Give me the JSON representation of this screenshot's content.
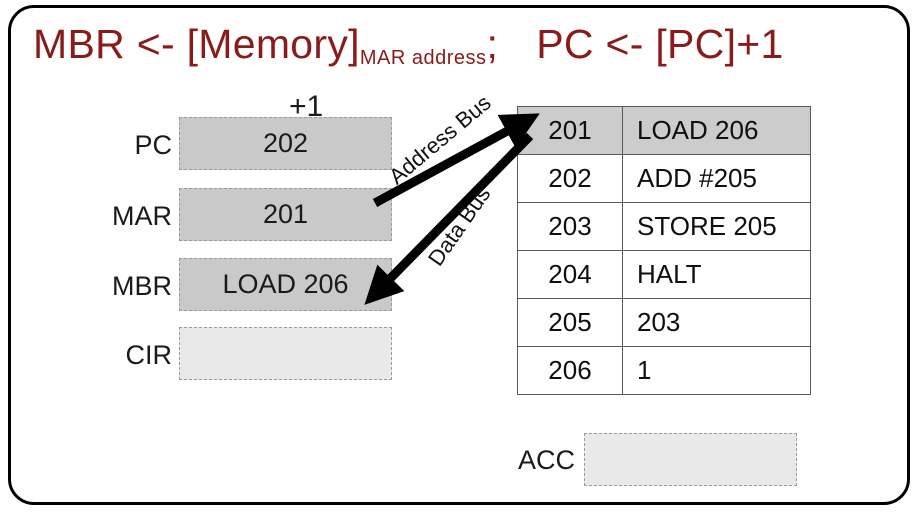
{
  "slide": {
    "title": {
      "part1": "MBR <- [Memory]",
      "subscript": "MAR  address",
      "semicolon": ";",
      "part2": "PC <- [PC]+1"
    }
  },
  "registers": {
    "increment_label": "+1",
    "items": [
      {
        "label": "PC",
        "value": "202",
        "state": "filled"
      },
      {
        "label": "MAR",
        "value": "201",
        "state": "filled"
      },
      {
        "label": "MBR",
        "value": "LOAD  206",
        "state": "filled"
      },
      {
        "label": "CIR",
        "value": "",
        "state": "empty"
      }
    ]
  },
  "accumulator": {
    "label": "ACC",
    "value": ""
  },
  "memory": {
    "rows": [
      {
        "address": "201",
        "contents": "LOAD  206",
        "highlight": true
      },
      {
        "address": "202",
        "contents": "ADD #205",
        "highlight": false
      },
      {
        "address": "203",
        "contents": "STORE 205",
        "highlight": false
      },
      {
        "address": "204",
        "contents": "HALT",
        "highlight": false
      },
      {
        "address": "205",
        "contents": "203",
        "highlight": false
      },
      {
        "address": "206",
        "contents": "1",
        "highlight": false
      }
    ]
  },
  "buses": [
    {
      "name": "address-bus",
      "label": "Address Bus",
      "from": "MAR",
      "to": "memory-201"
    },
    {
      "name": "data-bus",
      "label": "Data Bus",
      "from": "memory-201",
      "to": "MBR"
    }
  ],
  "colors": {
    "title_red": "#8b1a1a",
    "register_filled": "#c9c9c9",
    "register_empty": "#e9e9e9",
    "memory_highlight": "#cccccc",
    "frame": "#000000"
  }
}
